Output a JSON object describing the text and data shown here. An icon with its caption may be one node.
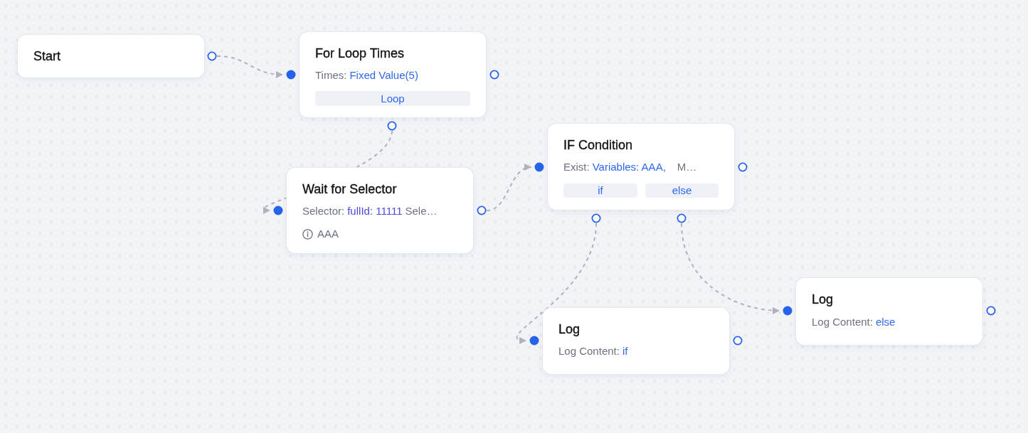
{
  "diagram": {
    "nodes": [
      {
        "text": [
          "Start"
        ]
      },
      {
        "text": [
          "For Loop Times",
          "Times:",
          "Fixed Value(5)"
        ]
      },
      {
        "text": [
          "Loop"
        ],
        "in": 1
      },
      {
        "text": [
          "Wait for Selector",
          "Selector:",
          "fullId: 11111",
          "Sele…",
          "AAA"
        ]
      },
      {
        "text": [
          "IF Condition",
          "Exist:",
          "Variables: AAA,",
          "M…"
        ]
      },
      {
        "text": [
          "if"
        ],
        "in": 4
      },
      {
        "text": [
          "else"
        ],
        "in": 4
      },
      {
        "text": [
          "Log",
          "Log Content:",
          "if"
        ]
      },
      {
        "text": [
          "Log",
          "Log Content:",
          "else"
        ]
      }
    ],
    "edges": [
      {
        "from": 0,
        "to": 1,
        "arrow": "to",
        "style": "dashed"
      },
      {
        "from": 1,
        "to": 3,
        "arrow": "to",
        "style": "dashed"
      },
      {
        "from": 3,
        "to": 4,
        "arrow": "to",
        "style": "dashed"
      },
      {
        "from": 4,
        "to": 7,
        "arrow": "to",
        "style": "dashed"
      },
      {
        "from": 4,
        "to": 8,
        "arrow": "to",
        "style": "dashed"
      }
    ]
  }
}
